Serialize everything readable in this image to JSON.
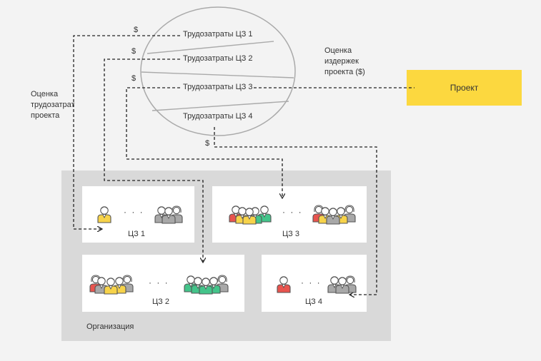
{
  "diagram": {
    "project_label": "Проект",
    "cost_estimate_label_lines": [
      "Оценка",
      "издержек",
      "проекта ($)"
    ],
    "labor_estimate_label_lines": [
      "Оценка",
      "трудозатрат",
      "проекта"
    ],
    "organization_label": "Организация",
    "currency_symbol": "$",
    "ellipse_rows": [
      "Трудозатраты ЦЗ 1",
      "Трудозатраты ЦЗ 2",
      "Трудозатраты ЦЗ 3",
      "Трудозатраты ЦЗ 4"
    ],
    "cost_centers": [
      {
        "label": "ЦЗ 1"
      },
      {
        "label": "ЦЗ 2"
      },
      {
        "label": "ЦЗ 3"
      },
      {
        "label": "ЦЗ 4"
      }
    ],
    "ellipsis": "· · ·"
  },
  "colors": {
    "background": "#f3f3f3",
    "organization": "#d9d9d9",
    "card": "#ffffff",
    "project": "#fcd83f",
    "person_yellow": "#f7d34a",
    "person_green": "#43c48a",
    "person_red": "#e8544e",
    "person_grey": "#a8a8a8",
    "outline": "#555555"
  }
}
